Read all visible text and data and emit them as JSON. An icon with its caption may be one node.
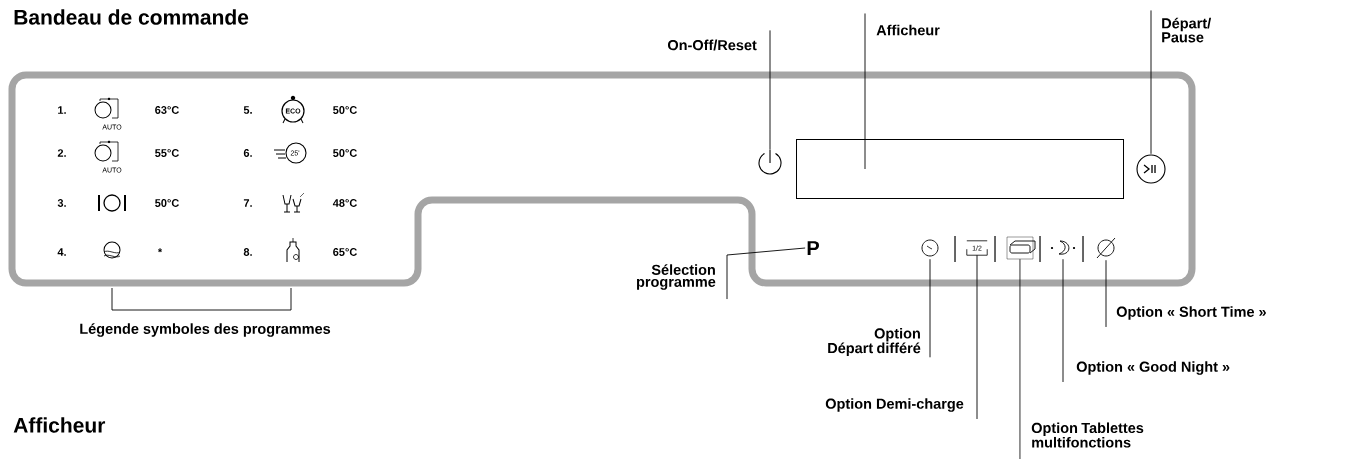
{
  "diagram": {
    "nodes": [
      {
        "text": [
          "On-Off/Reset"
        ]
      },
      {
        "text": [],
        "shape": "circle"
      },
      {
        "text": [
          "Afficheur"
        ]
      },
      {
        "text": [],
        "shape": "box"
      },
      {
        "text": [
          "Départ/ Pause"
        ]
      },
      {
        "text": [],
        "shape": "circle"
      },
      {
        "text": [
          "Sélection programme"
        ]
      },
      {
        "text": [
          "P"
        ]
      },
      {
        "text": [
          "Option Départ différé"
        ]
      },
      {
        "text": [],
        "shape": "circle"
      },
      {
        "text": [
          "Option Demi-charge"
        ]
      },
      {
        "text": [
          "1/2"
        ]
      },
      {
        "text": [
          "Option Tablettes multifonctions"
        ]
      },
      {
        "text": [],
        "shape": "box"
      },
      {
        "text": [
          "Option « Good Night »"
        ]
      },
      {
        "text": [],
        "shape": "picture"
      },
      {
        "text": [
          "Option « Short Time »"
        ]
      },
      {
        "text": [],
        "shape": "circle"
      }
    ],
    "edges": [
      {
        "from": 0,
        "to": 1,
        "arrow": "none"
      },
      {
        "from": 2,
        "to": 3,
        "arrow": "none"
      },
      {
        "from": 4,
        "to": 5,
        "arrow": "none"
      },
      {
        "from": 6,
        "to": 7,
        "arrow": "none"
      },
      {
        "from": 8,
        "to": 9,
        "arrow": "none"
      },
      {
        "from": 10,
        "to": 11,
        "arrow": "none"
      },
      {
        "from": 12,
        "to": 13,
        "arrow": "none"
      },
      {
        "from": 14,
        "to": 15,
        "arrow": "none"
      },
      {
        "from": 16,
        "to": 17,
        "arrow": "none"
      }
    ],
    "labels": [
      "Bandeau de commande",
      "1.",
      "AUTO",
      "63°C",
      "5.",
      "ECO",
      "50°C",
      "2.",
      "AUTO",
      "55°C",
      "6.",
      "25'",
      "50°C",
      "3.",
      "50°C",
      "7.",
      "48°C",
      "4.",
      "*",
      "8.",
      "65°C",
      "Légende symboles des programmes",
      "Afficheur"
    ]
  }
}
